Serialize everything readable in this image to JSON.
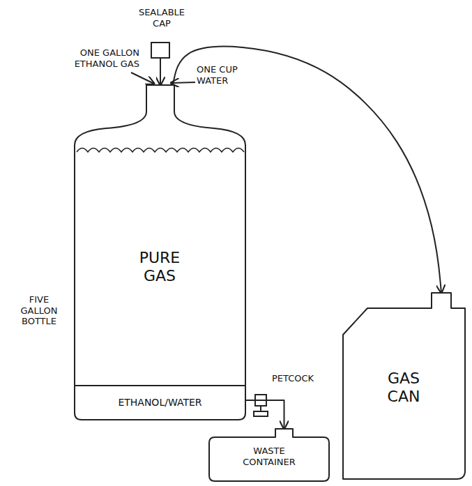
{
  "diagram": {
    "nodes": [
      {
        "text": [
          "SEALABLE CAP"
        ]
      },
      {
        "text": [
          "FIVE GALLON BOTTLE",
          "PURE GAS"
        ]
      },
      {
        "text": [
          "ETHANOL/WATER"
        ],
        "in": 1
      },
      {
        "text": [
          "GAS CAN"
        ]
      },
      {
        "text": [
          "WASTE CONTAINER"
        ]
      }
    ],
    "edges": [
      {
        "from": 0,
        "to": 1,
        "arrow": "to"
      },
      {
        "from": 1,
        "to": 3,
        "arrow": "to"
      },
      {
        "from": 2,
        "to": 4,
        "arrow": "to"
      }
    ],
    "labels": [
      "ONE GALLON ETHANOL GAS",
      "ONE CUP WATER",
      "PETCOCK"
    ]
  }
}
